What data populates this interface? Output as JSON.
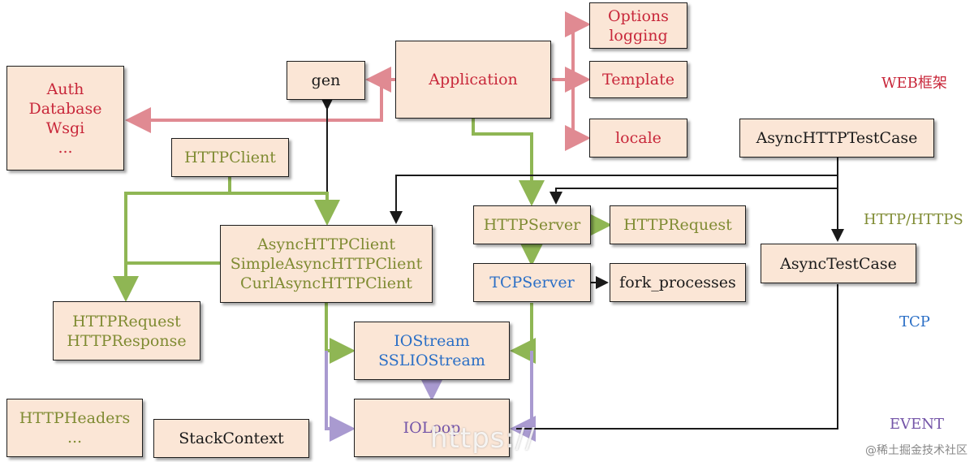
{
  "colors": {
    "red": "#c8273a",
    "green": "#7f8b32",
    "blue": "#2b6fc6",
    "purple": "#7455a8",
    "box_fill": "#fbe6d6",
    "arrow_red": "#e08a92",
    "arrow_green": "#8fb654",
    "arrow_purple": "#a99ad0",
    "arrow_black": "#1a1a1a"
  },
  "boxes": {
    "options_logging": [
      "Options",
      "logging"
    ],
    "template": [
      "Template"
    ],
    "locale": [
      "locale"
    ],
    "application": [
      "Application"
    ],
    "gen": [
      "gen"
    ],
    "auth": [
      "Auth",
      "Database",
      "Wsgi",
      "..."
    ],
    "httpclient": [
      "HTTPClient"
    ],
    "asynchttpclient": [
      "AsyncHTTPClient",
      "SimpleAsyncHTTPClient",
      "CurlAsyncHTTPClient"
    ],
    "httprequest_response": [
      "HTTPRequest",
      "HTTPResponse"
    ],
    "httpserver": [
      "HTTPServer"
    ],
    "httprequest": [
      "HTTPRequest"
    ],
    "tcpserver": [
      "TCPServer"
    ],
    "fork_processes": [
      "fork_processes"
    ],
    "iostream": [
      "IOStream",
      "SSLIOStream"
    ],
    "ioloop": [
      "IOLoop"
    ],
    "asynchttptestcase": [
      "AsyncHTTPTestCase"
    ],
    "asynctestcase": [
      "AsyncTestCase"
    ],
    "httpheaders": [
      "HTTPHeaders",
      "..."
    ],
    "stackcontext": [
      "StackContext"
    ]
  },
  "layers": {
    "web": "WEB框架",
    "http": "HTTP/HTTPS",
    "tcp": "TCP",
    "event": "EVENT"
  },
  "watermark": {
    "url": "https://",
    "site": "@稀土掘金技术社区"
  }
}
